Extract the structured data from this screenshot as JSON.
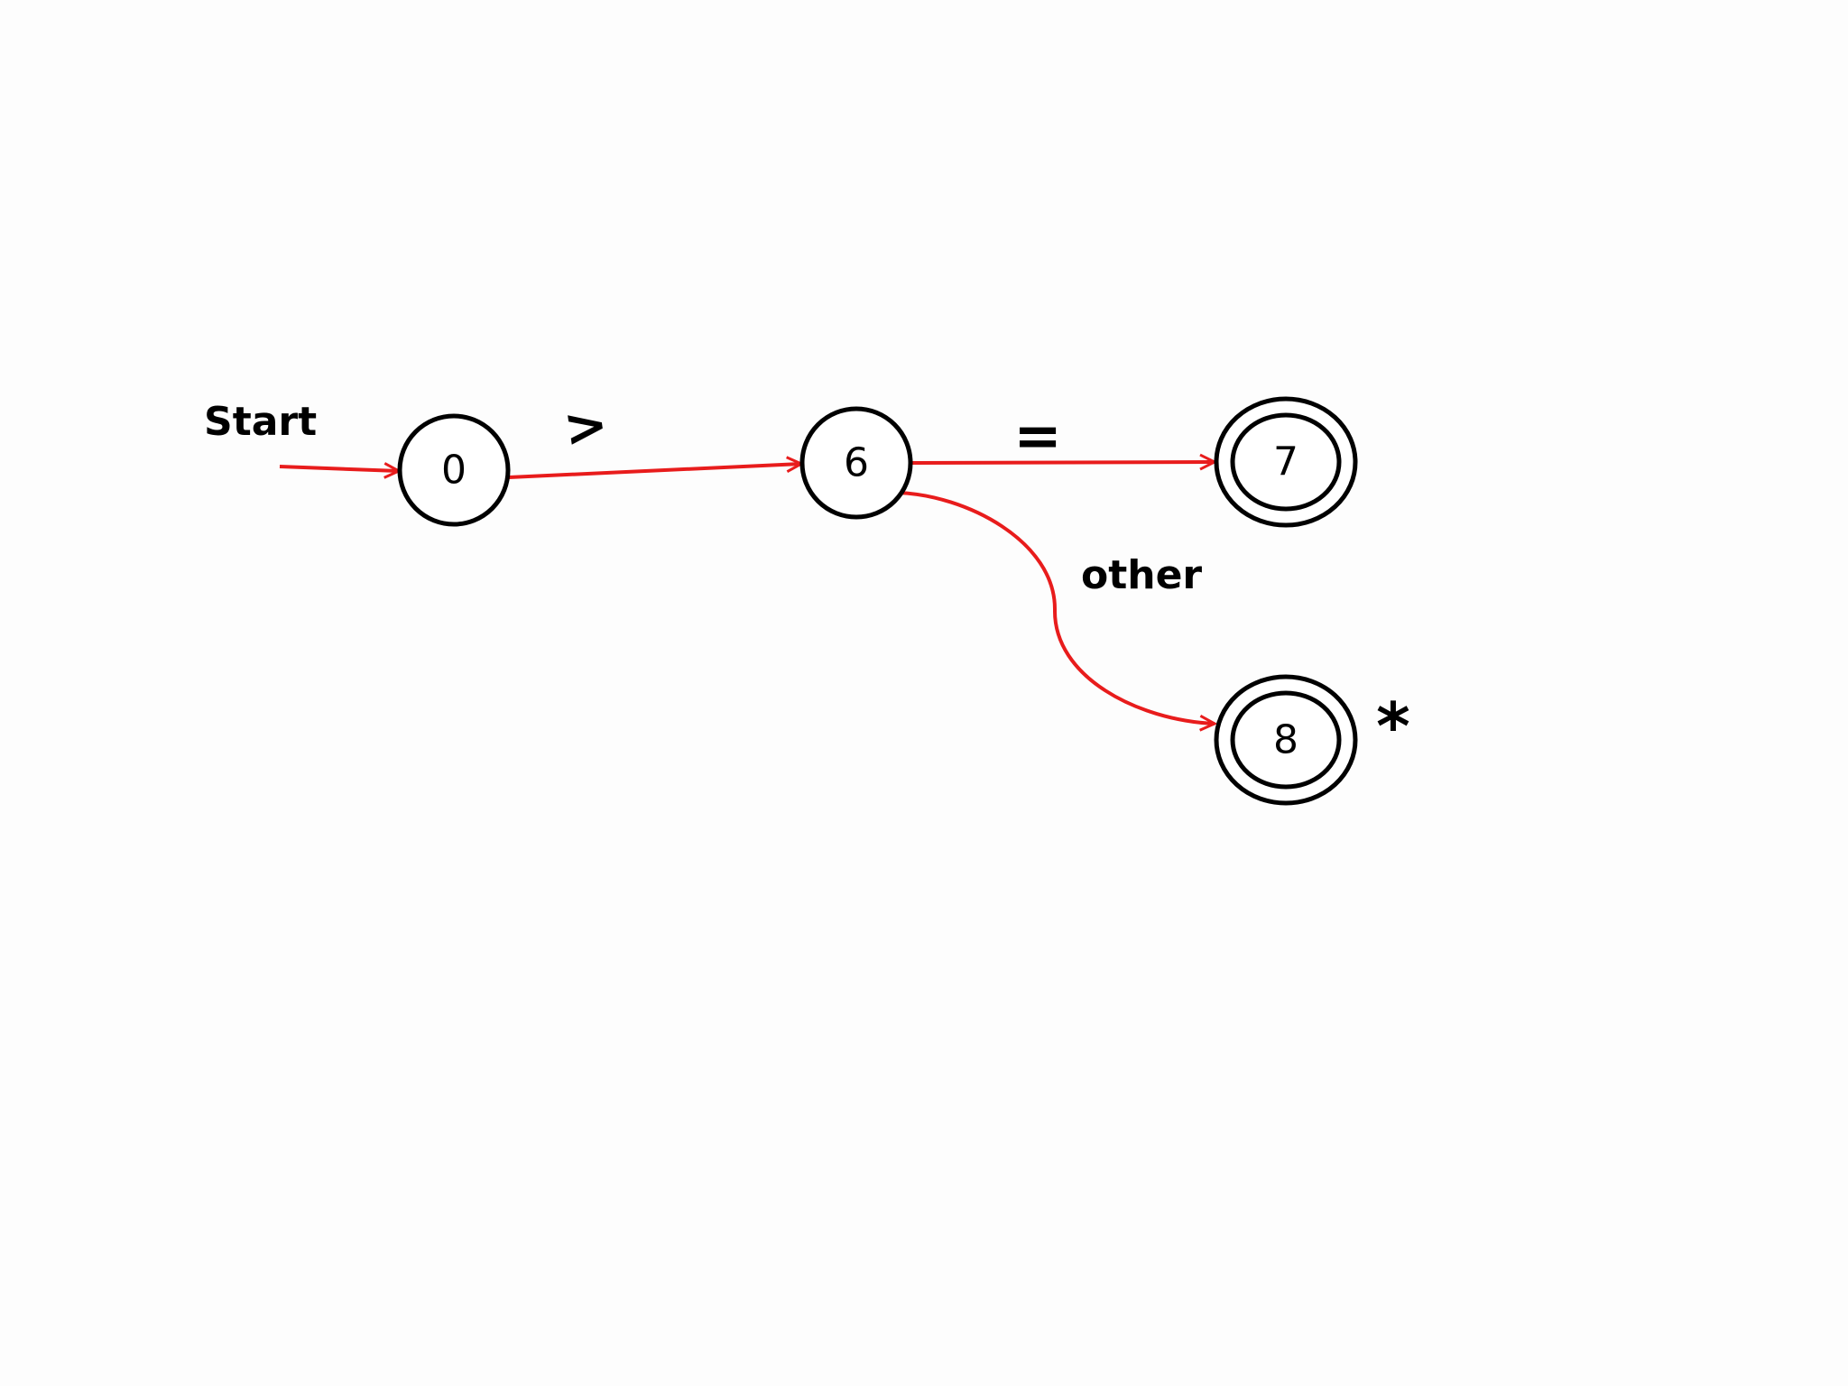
{
  "diagram": {
    "start_label": "Start",
    "states": [
      {
        "id": "0",
        "label": "0",
        "accepting": false
      },
      {
        "id": "6",
        "label": "6",
        "accepting": false
      },
      {
        "id": "7",
        "label": "7",
        "accepting": true
      },
      {
        "id": "8",
        "label": "8",
        "accepting": true
      }
    ],
    "transitions": [
      {
        "from": "0",
        "to": "6",
        "label": ">"
      },
      {
        "from": "6",
        "to": "7",
        "label": "="
      },
      {
        "from": "6",
        "to": "8",
        "label": "other"
      }
    ],
    "retract_marker": "*",
    "colors": {
      "edge": "#e81c1c",
      "node_stroke": "#000000"
    }
  }
}
